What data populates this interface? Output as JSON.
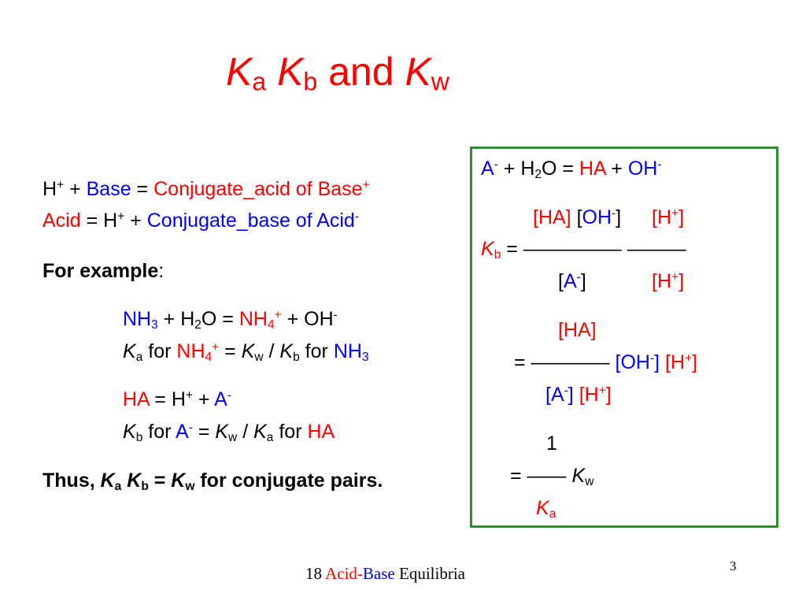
{
  "title": {
    "k1": "K",
    "s1": "a",
    "k2": "K",
    "s2": "b",
    "mid": " and ",
    "k3": "K",
    "s3": "w"
  },
  "left": {
    "l1": {
      "h": "H",
      "hsup": "+",
      "plus1": " + ",
      "base": "Base",
      "eq": " = ",
      "conj": "Conjugate_acid of Base",
      "csup": "+"
    },
    "l2": {
      "acid": "Acid",
      "eq": " = H",
      "hsup": "+",
      "plus": " + ",
      "conj": "Conjugate_base of Acid",
      "csup": "-"
    },
    "example_label": "For example",
    "example_colon": ":",
    "ex1": {
      "nh": "NH",
      "nhsub": "3",
      "plus1": " + H",
      "h2sub": "2",
      "o": "O = ",
      "nh4": "NH",
      "nh4sub": "4",
      "nh4sup": "+",
      "rest": " + OH",
      "ohsup": "-"
    },
    "ex2": {
      "k": "K",
      "ksub": "a",
      "for1": " for ",
      "nh4": "NH",
      "nh4sub": "4",
      "nh4sup": "+",
      "eq": " = ",
      "kw": "K",
      "kwsub": "w",
      "slash": " / ",
      "kb": "K",
      "kbsub": "b",
      "for2": " for ",
      "nh3": "NH",
      "nh3sub": "3"
    },
    "ex3": {
      "ha": "HA",
      "eq": " = H",
      "hsup": "+",
      "plus": " + ",
      "a": "A",
      "asup": "-"
    },
    "ex4": {
      "k": "K",
      "ksub": "b",
      "for1": " for ",
      "a": "A",
      "asup": "-",
      "eq": " = ",
      "kw": "K",
      "kwsub": "w",
      "slash": " / ",
      "ka": "K",
      "kasub": "a",
      "for2": " for ",
      "ha": "HA"
    },
    "thus": {
      "pre": "Thus, ",
      "ka": "K",
      "kasub": "a",
      "sp": " ",
      "kb": "K",
      "kbsub": "b",
      "eq": " = ",
      "kw": "K",
      "kwsub": "w",
      "post": " for conjugate pairs."
    }
  },
  "box": {
    "r1": {
      "a": "A",
      "asup": "-",
      "mid": " + H",
      "h2sub": "2",
      "o": "O = ",
      "ha": "HA",
      "plus": " + ",
      "oh": "OH",
      "ohsup": "-"
    },
    "r2": {
      "ha": "[HA]",
      "sp": " [",
      "oh": "OH",
      "ohsup": "-",
      "close": "]",
      "h": "[H",
      "hsup": "+",
      "hclose": "]"
    },
    "r3": {
      "k": "K",
      "ksub": "b",
      "line": " = ————— ———"
    },
    "r4": {
      "open": "[",
      "a": "A",
      "asup": "-",
      "close": "]",
      "h": "[H",
      "hsup": "+",
      "hclose": "]"
    },
    "r5": {
      "ha": "[HA]"
    },
    "r6": {
      "line": "= ———— ",
      "oh": "[OH",
      "ohsup": "-",
      "ohclose": "]",
      "sp": " ",
      "h": "[H",
      "hsup": "+",
      "hclose": "]"
    },
    "r7": {
      "a": "[A",
      "asup": "-",
      "aclose": "]",
      "sp": " ",
      "h": "[H",
      "hsup": "+",
      "hclose": "]"
    },
    "r8": {
      "one": "1"
    },
    "r9": {
      "line": "= —— ",
      "kw": "K",
      "kwsub": "w"
    },
    "r10": {
      "ka": "K",
      "kasub": "a"
    }
  },
  "footer": {
    "num": "18 ",
    "acid": "Acid",
    "dash": "-",
    "base": "Base",
    "eq": " Equilibria"
  },
  "page_number": "3"
}
